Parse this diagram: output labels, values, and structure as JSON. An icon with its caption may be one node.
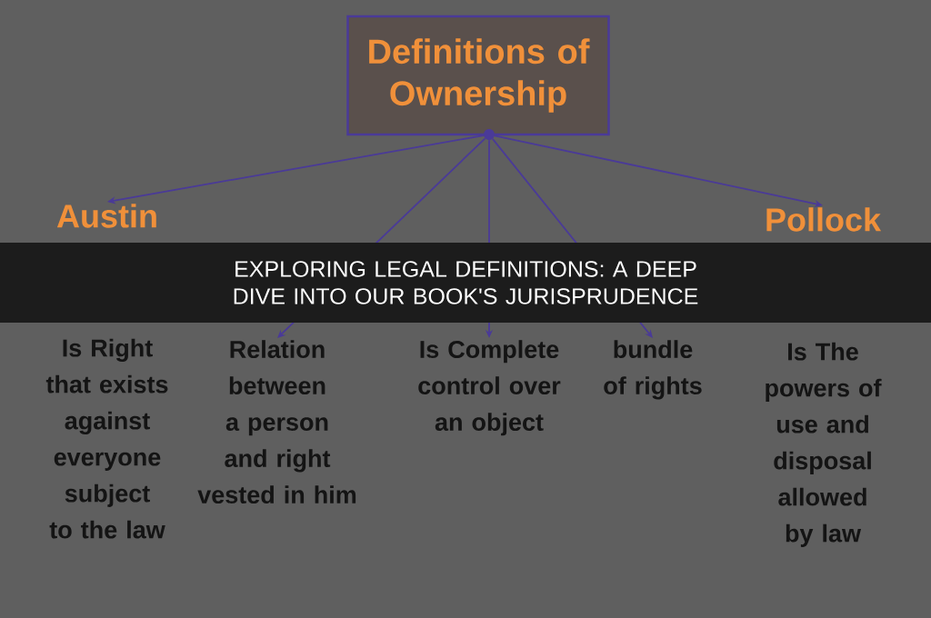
{
  "diagram": {
    "title": "EXPLORING LEGAL DEFINITIONS: A DEEP DIVE INTO OUR BOOK'S JURISPRUDENCE",
    "nodes": [
      {
        "text": [
          "Definitions of Ownership"
        ]
      },
      {
        "text": [],
        "shape": "circle"
      },
      {
        "text": [
          "Austin",
          "Is Right that exists against everyone subject to the law"
        ]
      },
      {
        "text": [
          "Relation between a person and right vested in him"
        ]
      },
      {
        "text": [
          "Is Complete control over an object"
        ]
      },
      {
        "text": [
          "bundle of rights"
        ]
      },
      {
        "text": [
          "Pollock",
          "Is The powers of use and disposal allowed by law"
        ]
      }
    ],
    "edges": [
      {
        "from": 1,
        "to": 2,
        "arrow": "to"
      },
      {
        "from": 1,
        "to": 3,
        "arrow": "to"
      },
      {
        "from": 1,
        "to": 4,
        "arrow": "to"
      },
      {
        "from": 1,
        "to": 5,
        "arrow": "to"
      },
      {
        "from": 1,
        "to": 6,
        "arrow": "to"
      }
    ]
  }
}
